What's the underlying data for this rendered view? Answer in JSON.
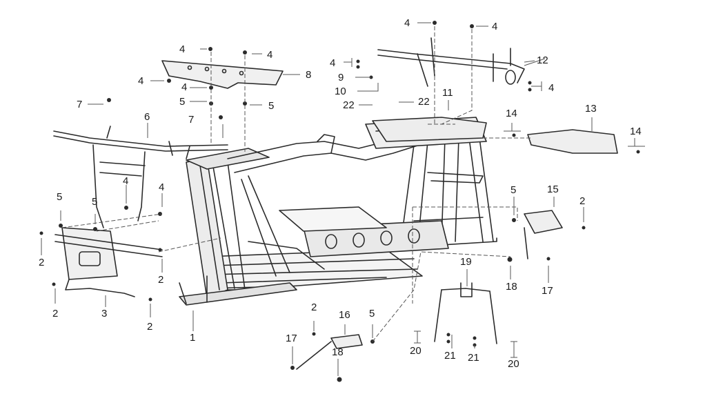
{
  "diagram": {
    "callouts": [
      "1",
      "2",
      "3",
      "4",
      "5",
      "6",
      "7",
      "8",
      "9",
      "10",
      "11",
      "12",
      "13",
      "14",
      "15",
      "16",
      "17",
      "18",
      "19",
      "20",
      "21",
      "22"
    ],
    "colors": {
      "ink": "#2b2b2b",
      "leader": "#555555",
      "background": "#ffffff"
    }
  }
}
